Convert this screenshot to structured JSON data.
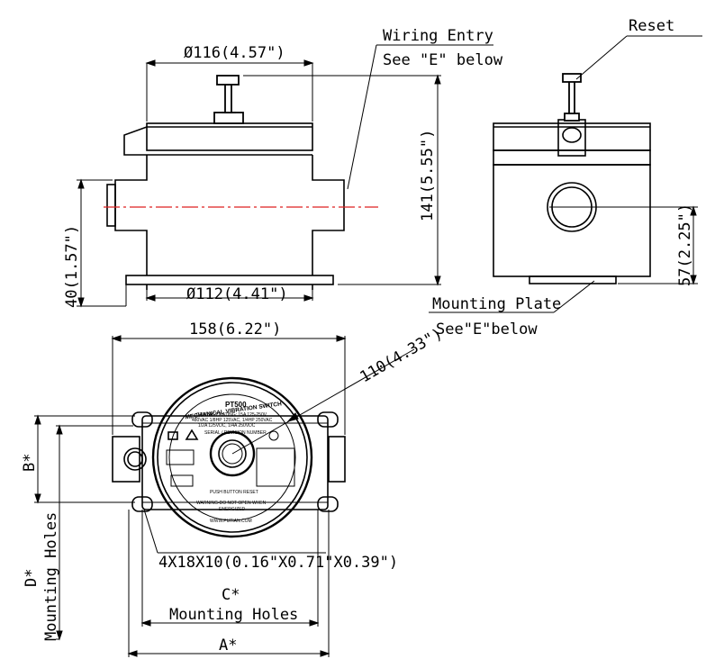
{
  "callouts": {
    "wiring_entry": "Wiring Entry",
    "see_e_below_1": "See \"E\" below",
    "reset": "Reset",
    "mounting_plate": "Mounting Plate",
    "see_e_below_2": "See\"E\"below"
  },
  "dimensions": {
    "top_diameter": "Ø116(4.57\")",
    "bottom_diameter": "Ø112(4.41\")",
    "height": "141(5.55\")",
    "entry_height": "40(1.57\")",
    "side_height": "57(2.25\")",
    "width": "158(6.22\")",
    "radius": "110(4.33\")",
    "holes": "4X18X10(0.16\"X0.71\"X0.39\")",
    "b": "B*",
    "c": "C*",
    "c_label": "Mounting Holes",
    "a": "A*",
    "d": "D*",
    "d_label": "Mounting Holes"
  },
  "nameplate": {
    "ring_text": "MECHANICAL VIBRATION SWITCH",
    "model": "PT500",
    "contact_rating": "CONTACT RATING: 15A 125-250V",
    "rating2": "480VAC 1/8HP 125VAC, 1/4HP 250VAC",
    "rating3": "1/2A 125VDC, 1/4A 250VDC",
    "serial": "SERIAL / REVISION NUMBER",
    "push_reset": "PUSH BUTTON RESET",
    "warning": "WARNING-DO NOT OPEN WHEN",
    "energized": "ENERGIZED",
    "website": "WWW.PUTIAN.COM"
  }
}
